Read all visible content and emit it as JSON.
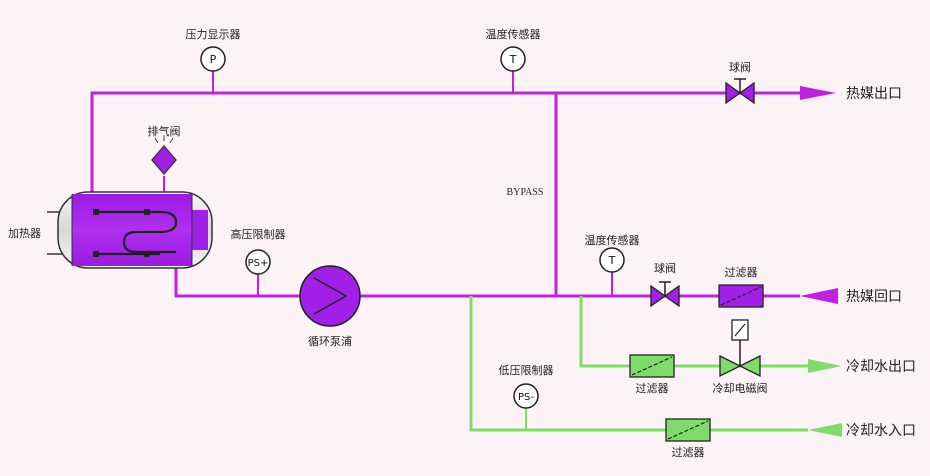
{
  "colors": {
    "hot_pipe": "#c020e0",
    "cold_pipe": "#80dc6a",
    "tank_fill": "#a020e8",
    "element_fill": "#a020e8",
    "background": "#fdf3f6"
  },
  "labels": {
    "pressure_display": "压力显示器",
    "temp_sensor_top": "温度传感器",
    "ball_valve_top": "球阀",
    "hot_outlet": "热媒出口",
    "vent_valve": "排气阀",
    "heater": "加热器",
    "high_pressure_limiter": "高压限制器",
    "bypass": "BYPASS",
    "temp_sensor_mid": "温度传感器",
    "ball_valve_mid": "球阀",
    "filter_return": "过滤器",
    "hot_return": "热媒回口",
    "circulation_pump": "循环泵浦",
    "filter_cool_out": "过滤器",
    "solenoid_valve": "冷却电磁阀",
    "cool_outlet": "冷却水出口",
    "low_pressure_limiter": "低压限制器",
    "filter_cool_in": "过滤器",
    "cool_inlet": "冷却水入口"
  },
  "gauges": {
    "pressure": "P",
    "temp_top": "T",
    "temp_mid": "T",
    "high_limit": "PS+",
    "low_limit": "PS-"
  }
}
